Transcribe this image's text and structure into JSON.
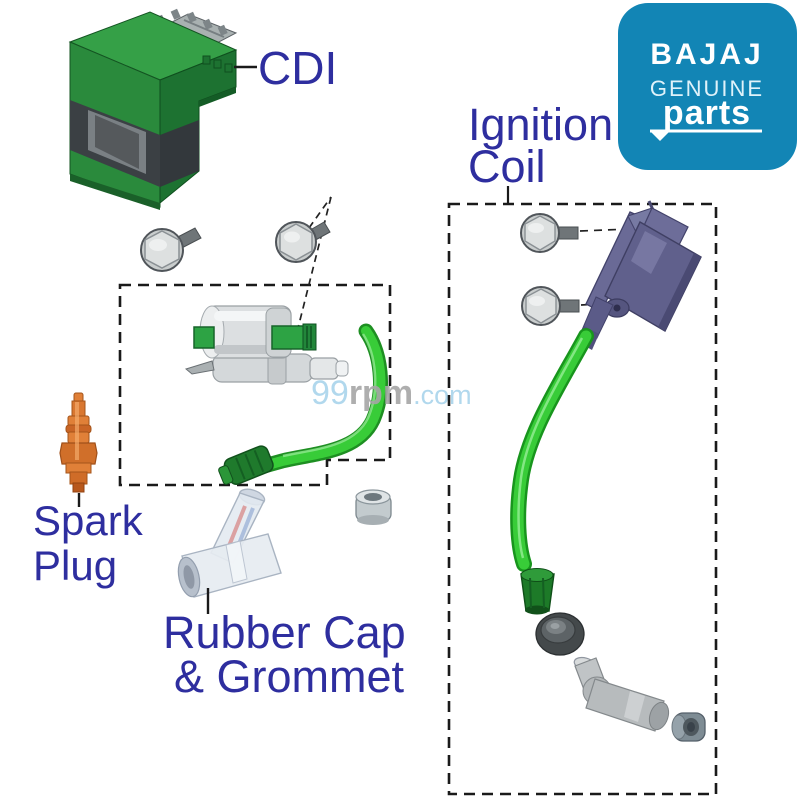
{
  "labels": {
    "color": "#2e2e9f",
    "cdi": "CDI",
    "ignition_line1": "Ignition",
    "ignition_line2": "Coil",
    "spark_line1": "Spark",
    "spark_line2": "Plug",
    "rubber_line1": "Rubber Cap",
    "rubber_line2": "& Grommet"
  },
  "watermark": {
    "prefix": "99",
    "mid": "rpm",
    "suffix": ".com",
    "blue": "#a9d4ec",
    "gray": "#a6a6a6"
  },
  "logo": {
    "brand": "BAJAJ",
    "genuine": "GENUINE",
    "parts": "parts",
    "bg": "#1285b5",
    "fg": "#ffffff"
  },
  "colors": {
    "part_green": "#2da344",
    "part_green_dark": "#1d7231",
    "cable_green": "#38cc38",
    "cable_green_dark": "#1e8f22",
    "coil_purple": "#62628e",
    "plug_orange": "#e08038",
    "dash_outline": "#1a1a1a",
    "metal_gray": "#c9cdcd"
  }
}
